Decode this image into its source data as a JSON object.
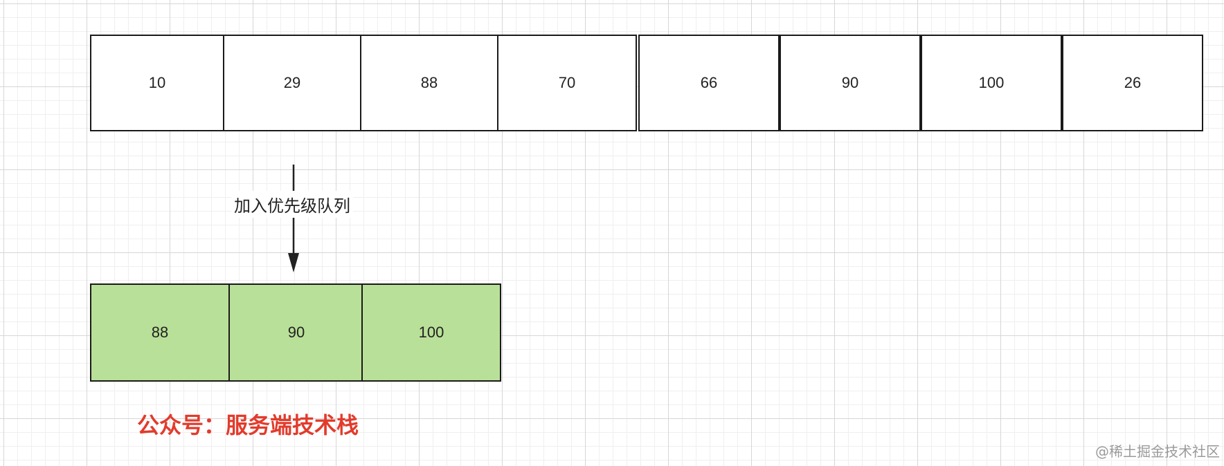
{
  "top_array": {
    "values": [
      "10",
      "29",
      "88",
      "70",
      "66",
      "90",
      "100",
      "26"
    ]
  },
  "arrow": {
    "label": "加入优先级队列"
  },
  "priority_queue": {
    "values": [
      "88",
      "90",
      "100"
    ],
    "fill_color": "#b9e098"
  },
  "footer": {
    "text": "公众号：服务端技术栈",
    "color": "#e23b2c"
  },
  "watermark": {
    "text": "@稀土掘金技术社区"
  }
}
